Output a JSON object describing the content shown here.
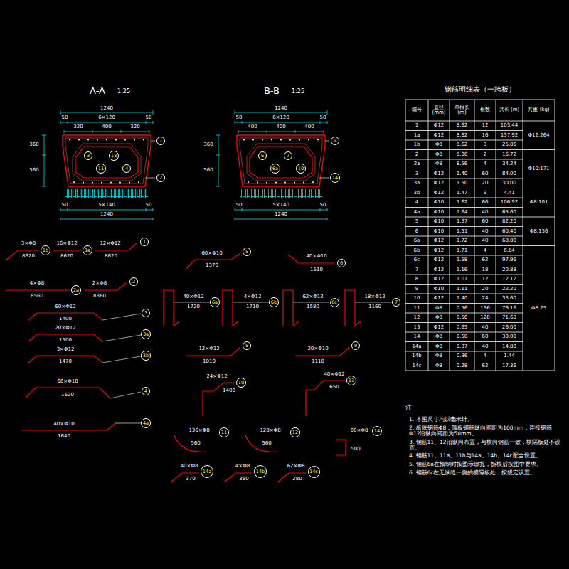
{
  "diagram": {
    "nodes": [
      {
        "text": [
          "3"
        ]
      },
      {
        "text": [
          "11"
        ]
      },
      {
        "text": [
          "13"
        ]
      },
      {
        "text": [
          "4"
        ]
      },
      {
        "text": [
          "1"
        ]
      },
      {
        "text": [
          "2"
        ]
      },
      {
        "text": [
          "6"
        ]
      },
      {
        "text": [
          "6a"
        ]
      },
      {
        "text": [
          "7"
        ]
      },
      {
        "text": [
          "10"
        ]
      },
      {
        "text": [
          "9"
        ]
      },
      {
        "text": [
          "14"
        ]
      },
      {
        "text": [
          "1b"
        ]
      },
      {
        "text": [
          "1a"
        ]
      },
      {
        "text": [
          "1"
        ]
      },
      {
        "text": [
          "2a"
        ]
      },
      {
        "text": [
          "2"
        ]
      },
      {
        "text": [
          "3"
        ]
      },
      {
        "text": [
          "3a"
        ]
      },
      {
        "text": [
          "3b"
        ]
      },
      {
        "text": [
          "4"
        ]
      },
      {
        "text": [
          "4a"
        ]
      },
      {
        "text": [
          "5"
        ]
      },
      {
        "text": [
          "6"
        ]
      },
      {
        "text": [
          "6a"
        ]
      },
      {
        "text": [
          "6b"
        ]
      },
      {
        "text": [
          "6c"
        ]
      },
      {
        "text": [
          "7"
        ]
      },
      {
        "text": [
          "8"
        ]
      },
      {
        "text": [
          "9"
        ]
      },
      {
        "text": [
          "10"
        ]
      },
      {
        "text": [
          "13"
        ]
      },
      {
        "text": [
          "11"
        ]
      },
      {
        "text": [
          "12"
        ]
      },
      {
        "text": [
          "14"
        ]
      },
      {
        "text": [
          "14a"
        ]
      },
      {
        "text": [
          "14b"
        ]
      },
      {
        "text": [
          "14c"
        ]
      }
    ],
    "labels": [
      "A-A",
      "1:25",
      "1240",
      "50",
      "6×120",
      "50",
      "320",
      "400",
      "320",
      "360",
      "560",
      "50",
      "5×140",
      "50",
      "1240",
      "B-B",
      "1:25",
      "1240",
      "50",
      "6×120",
      "50",
      "400",
      "400",
      "400",
      "360",
      "560",
      "50",
      "5×140",
      "50",
      "1240",
      "3×Φ8",
      "8620",
      "16×Φ12",
      "8620",
      "12×Φ12",
      "8620",
      "4×Φ8",
      "8560",
      "2×Φ8",
      "8360",
      "60×Φ12",
      "1400",
      "20×Φ12",
      "1500",
      "3×Φ12",
      "1470",
      "66×Φ10",
      "1620",
      "40×Φ10",
      "1640",
      "60×Φ10",
      "1370",
      "40×Φ10",
      "1510",
      "40×Φ12",
      "1720",
      "4×Φ12",
      "1710",
      "62×Φ12",
      "1580",
      "18×Φ12",
      "1160",
      "12×Φ12",
      "1010",
      "20×Φ10",
      "1110",
      "24×Φ12",
      "1400",
      "40×Φ12",
      "650",
      "136×Φ8",
      "560",
      "128×Φ8",
      "560",
      "60×Φ8",
      "500",
      "40×Φ8",
      "370",
      "4×Φ8",
      "360",
      "62×Φ8",
      "280",
      "钢筋明细表（一跨板）",
      "编号",
      "直径 (mm)",
      "单根长 (m)",
      "根数",
      "共长 (m)",
      "共重 (kg)",
      "1",
      "Φ12",
      "8.62",
      "12",
      "103.44",
      "1a",
      "Φ12",
      "8.62",
      "16",
      "137.92",
      "1b",
      "Φ8",
      "8.62",
      "3",
      "25.86",
      "2",
      "Φ8",
      "8.36",
      "2",
      "16.72",
      "2a",
      "Φ8",
      "8.56",
      "4",
      "34.24",
      "3",
      "Φ12",
      "1.40",
      "60",
      "84.00",
      "3a",
      "Φ12",
      "1.50",
      "20",
      "30.00",
      "3b",
      "Φ12",
      "1.47",
      "3",
      "4.41",
      "4",
      "Φ10",
      "1.62",
      "66",
      "106.92",
      "4a",
      "Φ10",
      "1.64",
      "40",
      "65.60",
      "5",
      "Φ10",
      "1.37",
      "60",
      "82.20",
      "6",
      "Φ10",
      "1.51",
      "40",
      "60.40",
      "6a",
      "Φ12",
      "1.72",
      "40",
      "68.80",
      "6b",
      "Φ12",
      "1.71",
      "4",
      "6.84",
      "6c",
      "Φ12",
      "1.58",
      "62",
      "97.96",
      "7",
      "Φ12",
      "1.16",
      "18",
      "20.88",
      "8",
      "Φ12",
      "1.01",
      "12",
      "12.12",
      "9",
      "Φ10",
      "1.11",
      "20",
      "22.20",
      "10",
      "Φ12",
      "1.40",
      "24",
      "33.60",
      "11",
      "Φ8",
      "0.56",
      "136",
      "76.16",
      "12",
      "Φ8",
      "0.56",
      "128",
      "71.68",
      "13",
      "Φ12",
      "0.65",
      "40",
      "26.00",
      "14",
      "Φ8",
      "0.50",
      "60",
      "30.00",
      "14a",
      "Φ8",
      "0.37",
      "40",
      "14.80",
      "14b",
      "Φ8",
      "0.36",
      "4",
      "1.44",
      "14c",
      "Φ8",
      "0.28",
      "62",
      "17.36",
      "Φ12:264",
      "Φ10:171",
      "Φ8:101",
      "Φ8:136",
      "Φ8:25",
      "注",
      "1. 本图尺寸均以毫米计。",
      "2. 板底钢筋Φ8，顶板钢筋纵向间距为100mm，连接钢筋Φ12沿纵向间距为50mm。",
      "3. 钢筋11、12沿纵向布置，与横向钢筋一致，横隔板处不设置。",
      "4. 钢筋11、11a、11b与14a、14b、14c配合设置。",
      "5. 钢筋6a在预制时按图示绑扎，拆模后按图中要求。",
      "6. 钢筋6c在无纵缝一侧的横隔板处，按规定设置。"
    ]
  }
}
